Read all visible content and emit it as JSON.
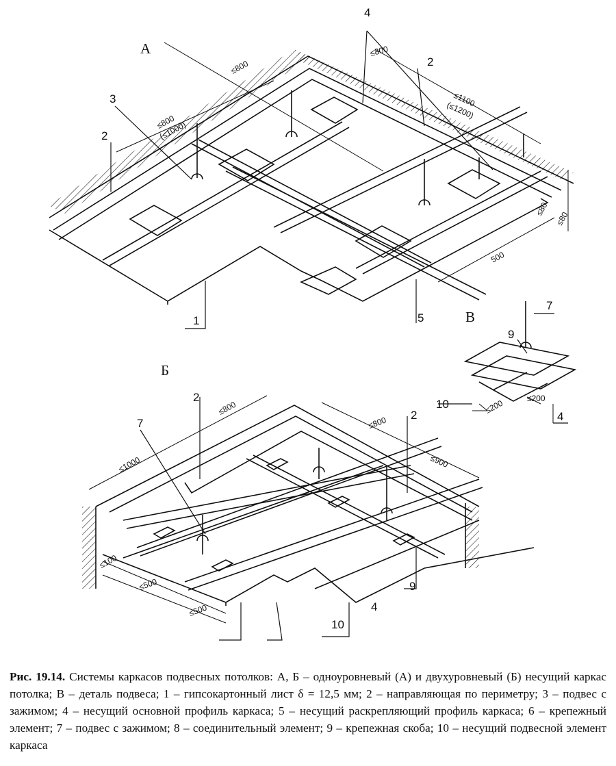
{
  "figure": {
    "view_a": {
      "letter": "А",
      "callouts": [
        "1",
        "2",
        "2",
        "3",
        "4",
        "5"
      ],
      "dims": [
        "≤800",
        "≤800",
        "≤800",
        "(≤1000)",
        "≤1100",
        "(≤1200)",
        "500",
        "≤80",
        "≤80"
      ]
    },
    "view_b": {
      "letter": "Б",
      "callouts": [
        "2",
        "2",
        "7",
        "9",
        "10",
        "4"
      ],
      "dims": [
        "≤800",
        "≤800",
        "≤1000",
        "≤900",
        "≤100",
        "≤500",
        "≤500"
      ]
    },
    "view_v": {
      "letter": "В",
      "callouts": [
        "7",
        "9",
        "10",
        "4"
      ],
      "dims": [
        "≤200",
        "≤200"
      ]
    }
  },
  "caption": {
    "label": "Рис. 19.14.",
    "text": " Системы каркасов подвесных потолков: А, Б – одноуровневый (А) и двухуровневый (Б) несущий каркас потолка; В – деталь подвеса; 1 – гипсокартонный лист δ = 12,5 мм; 2 – направляющая по периметру; 3 – подвес с зажимом; 4 – несущий основной профиль каркаса; 5 – несущий раскрепляющий профиль каркаса; 6 – крепежный элемент; 7 – подвес с зажимом; 8 – соединительный элемент; 9 – крепежная скоба; 10 – несущий подвесной элемент каркаса"
  }
}
